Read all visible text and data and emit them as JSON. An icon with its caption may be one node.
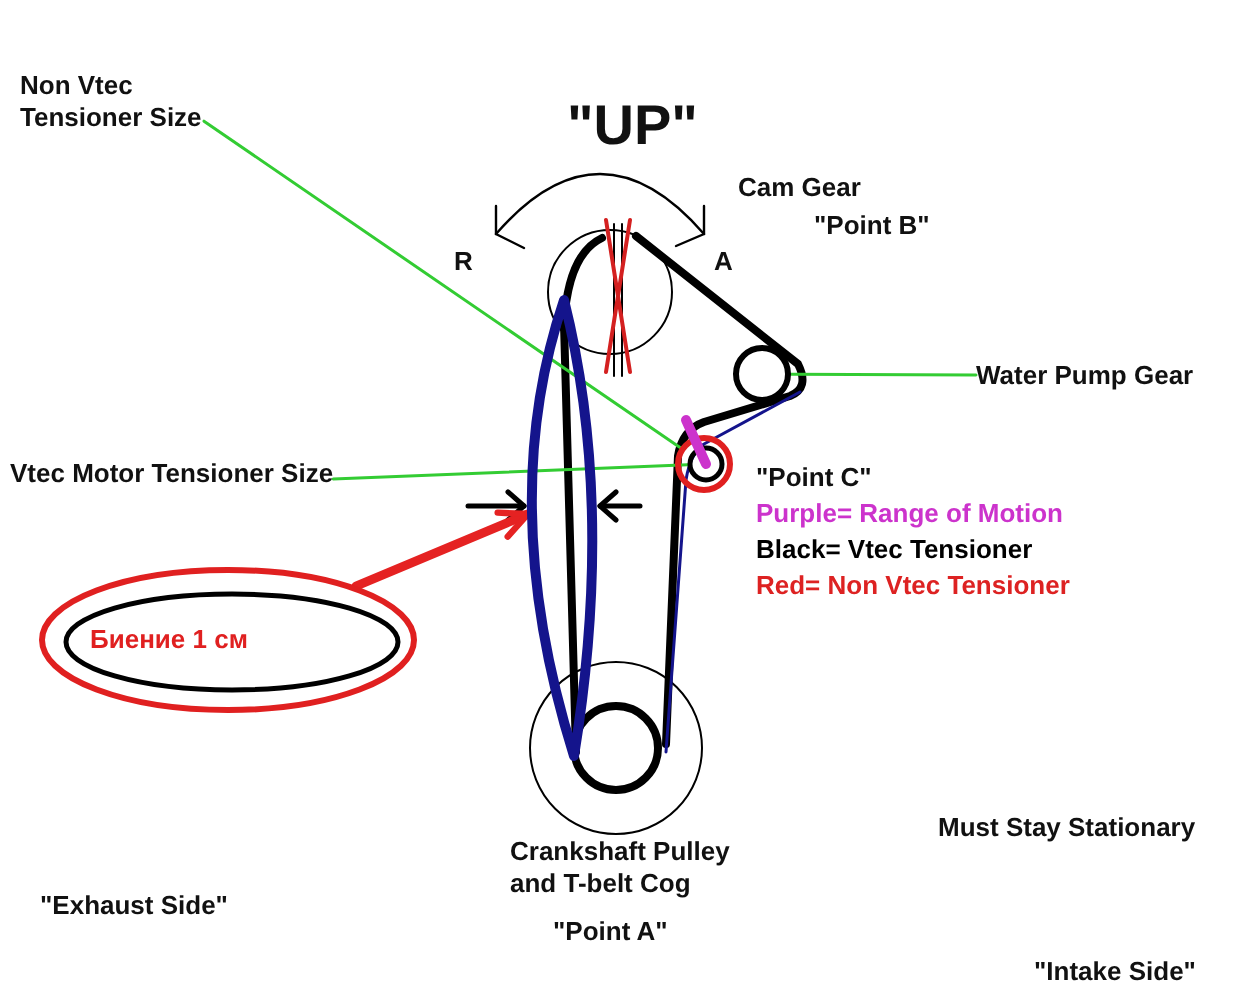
{
  "diagram": {
    "nodes": [
      {
        "text": [
          "Non Vtec Tensioner Size"
        ]
      },
      {
        "text": [],
        "shape": "loop"
      },
      {
        "text": [],
        "shape": "circle"
      },
      {
        "text": [
          "Water Pump Gear"
        ]
      },
      {
        "text": [
          "Vtec Motor Tensioner Size"
        ]
      },
      {
        "text": [],
        "shape": "circle"
      },
      {
        "text": [],
        "shape": "circle",
        "in": 5
      },
      {
        "text": [
          "Биение 1 см"
        ]
      }
    ],
    "edges": [
      {
        "from": 0,
        "to": 5,
        "arrow": "none"
      },
      {
        "from": 3,
        "to": 2,
        "arrow": "none"
      },
      {
        "from": 4,
        "to": 6,
        "arrow": "none"
      },
      {
        "from": 7,
        "to": 1,
        "arrow": "to",
        "style": "thick",
        "color": "#e52222"
      }
    ],
    "labels": [
      "\"UP\"",
      "Cam Gear",
      "\"Point B\"",
      "R",
      "A",
      "\"Point C\"",
      "Must Stay Stationary",
      "Crankshaft Pulley and T-belt Cog",
      "\"Exhaust Side\"",
      "\"Point A\"",
      "\"Intake Side\""
    ],
    "legend": [
      {
        "text": "Purple= Range of Motion",
        "color": "#cc33cc"
      },
      {
        "text": "Black= Vtec Tensioner",
        "color": "#000000"
      },
      {
        "text": "Red= Non Vtec Tensioner",
        "color": "#dd2222"
      }
    ]
  }
}
